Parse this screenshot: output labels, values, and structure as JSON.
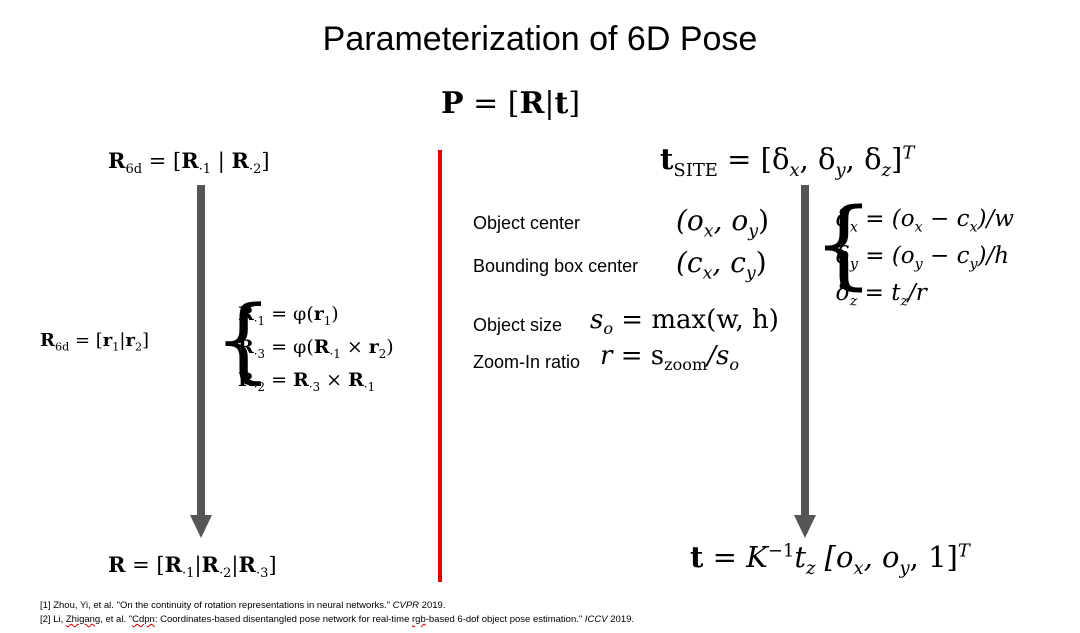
{
  "title": "Parameterization of 6D Pose",
  "pose_formula": {
    "lhs": "P",
    "eq": " = [",
    "R": "R",
    "sep": "|",
    "t": "t",
    "close": "]"
  },
  "rotation": {
    "r6d_label": "6d",
    "top_rhs_prefix": " = [",
    "top_col1": "R",
    "top_col2": "R",
    "dot1": "·1",
    "dot2": "·2",
    "dot3": "·3",
    "sep_bar": " | ",
    "close": "]",
    "mid_rhs": " = [",
    "r_vec": "r",
    "one": "1",
    "two": "2",
    "bar": "|",
    "phi": " = φ(",
    "times": " × ",
    "eq": " = ",
    "close_paren": ")",
    "bottom_lhs": "R",
    "bottom_eq": " = ["
  },
  "translation": {
    "t_site_label": "SITE",
    "t_site_rhs": " = [δ",
    "x": "x",
    "y": "y",
    "z": "z",
    "comma_delta": ", δ",
    "close_T": "]",
    "T": "T",
    "object_center_label": "Object center",
    "object_center_value": "(o",
    "bbox_center_label": "Bounding box center",
    "bbox_center_value": "(c",
    "object_size_label": "Object size",
    "object_size_expr": " = max(w, h)",
    "zoom_label": "Zoom-In ratio",
    "zoom_expr": " = s",
    "zoom_sub": "zoom",
    "zoom_tail": "/s",
    "delta_x": "δ",
    "dx_rhs": " = (o",
    "minus_c": " − c",
    "div_w": ")/w",
    "div_h": ")/h",
    "dz_rhs": " = t",
    "div_r": "/r",
    "bottom_eq": " = K",
    "inv": "−1",
    "bottom_tail": " [o",
    "bottom_one": ", 1]"
  },
  "references": [
    {
      "prefix": "[1] Zhou, Yi, et al. \"On the continuity of rotation representations in neural networks.\" ",
      "venue": "CVPR",
      "year": " 2019."
    },
    {
      "prefix1": "[2] Li, ",
      "name_ul": "Zhigang",
      "prefix2": ", et al. \"",
      "title_ul": "Cdpn",
      "title_rest": ": Coordinates-based disentangled pose network for real-time ",
      "rgb_ul": "rgb",
      "title_end": "-based 6-dof object pose estimation.\" ",
      "venue": "ICCV",
      "year": " 2019."
    }
  ],
  "colors": {
    "divider": "#e00000",
    "arrow": "#555555"
  }
}
